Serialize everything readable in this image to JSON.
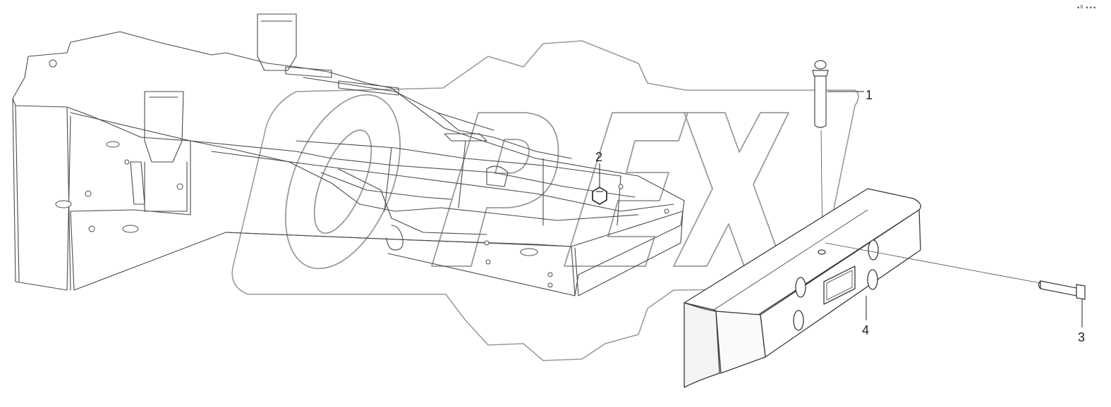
{
  "diagram": {
    "corner_mark": "•º •••",
    "watermark_text": "OPEX",
    "watermark_icon": "gear-icon",
    "parts": [
      {
        "id": "callout-1",
        "label": "1",
        "part": "lock-pin"
      },
      {
        "id": "callout-2",
        "label": "2",
        "part": "hex-nut"
      },
      {
        "id": "callout-3",
        "label": "3",
        "part": "bolt"
      },
      {
        "id": "callout-4",
        "label": "4",
        "part": "counterweight"
      }
    ],
    "colors": {
      "line": "#4a4a4a",
      "watermark": "#9a9a9a",
      "shade": "#f1f1f1"
    }
  }
}
